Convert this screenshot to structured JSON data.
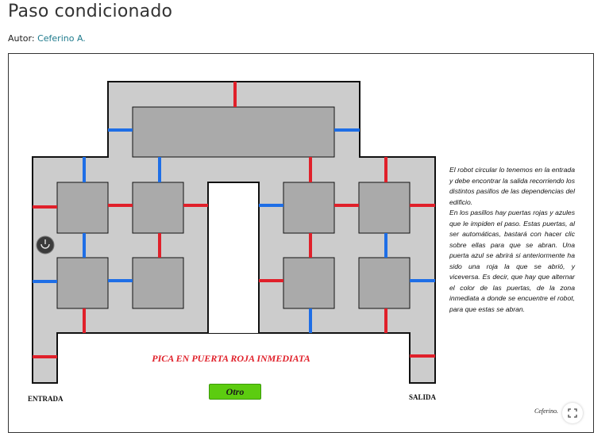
{
  "page": {
    "title": "Paso condicionado",
    "author_label": "Autor:",
    "author_name": "Ceferino A."
  },
  "applet": {
    "instructions_p1": "El robot circular lo tenemos en la entrada y debe encontrar la salida recorriendo los distintos pasillos de las dependencias del edificio.",
    "instructions_p2": "En los pasillos hay puertas rojas y azules que le impiden el paso. Estas puertas, al ser automáticas, bastará con hacer clic sobre ellas para que se abran. Una puerta azul se abrirá si anteriormente ha sido una roja la que se abrió, y viceversa. Es decir, que hay que alternar el color de las puertas, de la zona inmediata a donde se encuentre el robot, para que estas se abran.",
    "status_message": "PICA EN PUERTA ROJA INMEDIATA",
    "otro_button_label": "Otro",
    "entrada_label": "ENTRADA",
    "salida_label": "SALIDA",
    "signature": "Ceferino.",
    "colors": {
      "corridor": "#cccccc",
      "room": "#aaaaaa",
      "wall": "#111111",
      "red_door": "#e0202a",
      "blue_door": "#1e6ee6",
      "status_text": "#e0202a",
      "button_green": "#5ccc10",
      "author_link": "#1e7a8c"
    },
    "icons": {
      "robot": "robot-icon",
      "fullscreen": "fullscreen-icon"
    }
  }
}
